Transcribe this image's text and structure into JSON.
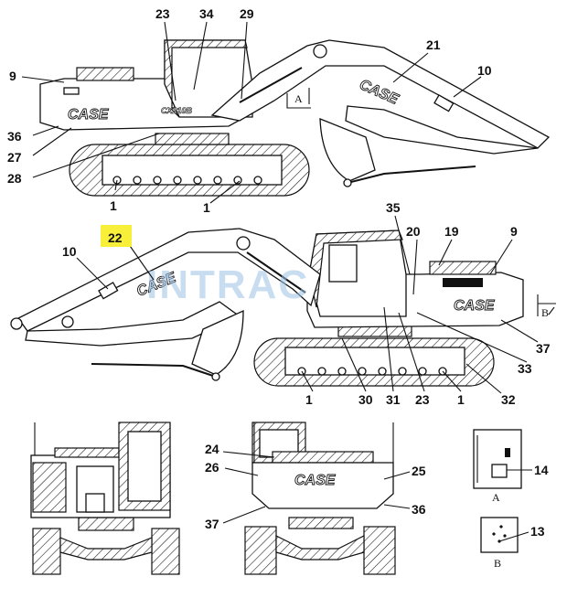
{
  "watermark": "INTRAC",
  "brand": "CASE",
  "model": "CX210B",
  "highlight_color": "#f7ef3a",
  "highlighted_callout": "22",
  "views": {
    "a": "A",
    "b": "B"
  },
  "callouts": {
    "top_left_9": "9",
    "top_36": "36",
    "top_27": "27",
    "top_28": "28",
    "top_23": "23",
    "top_34": "34",
    "top_29": "29",
    "top_21": "21",
    "top_10": "10",
    "top_1a": "1",
    "top_1b": "1",
    "mid_22": "22",
    "mid_10": "10",
    "mid_35": "35",
    "mid_20": "20",
    "mid_19": "19",
    "mid_9": "9",
    "mid_37": "37",
    "mid_33": "33",
    "mid_32": "32",
    "mid_1a": "1",
    "mid_30": "30",
    "mid_31": "31",
    "mid_23": "23",
    "mid_1b": "1",
    "rear_24": "24",
    "rear_26": "26",
    "rear_25": "25",
    "rear_37": "37",
    "rear_36": "36",
    "detail_14": "14",
    "detail_13": "13"
  }
}
